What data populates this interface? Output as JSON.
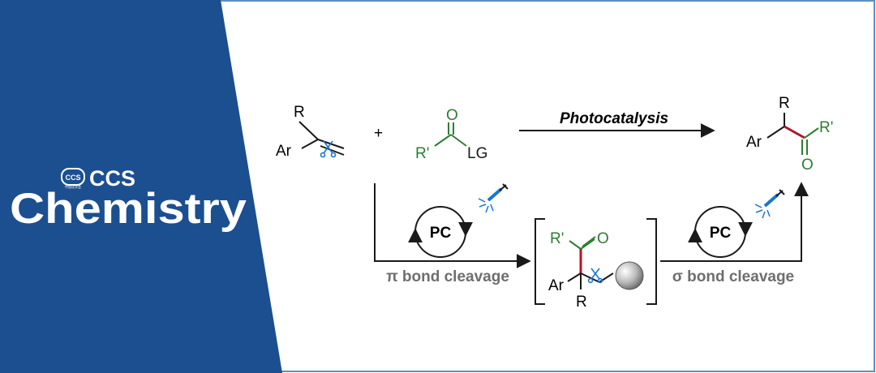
{
  "brand": {
    "logo_badge": "CCS",
    "logo_badge_sub": "中国化学会",
    "title_small": "CCS",
    "title_big": "Chemistry",
    "panel_color": "#1b4f90",
    "frame_color": "#5f8fbf"
  },
  "reactants": {
    "alkene_R": "R",
    "alkene_Ar": "Ar",
    "plus": "+",
    "acyl_O": "O",
    "acyl_R": "R'",
    "acyl_LG": "LG"
  },
  "reaction": {
    "condition": "Photocatalysis"
  },
  "product": {
    "R": "R",
    "Ar": "Ar",
    "R_prime": "R'",
    "O": "O"
  },
  "cycles": {
    "left_label": "PC",
    "right_label": "PC",
    "pi_label": "π bond cleavage",
    "sigma_label": "σ bond cleavage"
  },
  "intermediate": {
    "R_prime": "R'",
    "O": "O",
    "Ar": "Ar",
    "R": "R"
  },
  "colors": {
    "green": "#2e7d32",
    "red": "#b0172a",
    "blue": "#1976d2",
    "gray_text": "#6e6e6e",
    "line": "#1a1a1a"
  }
}
